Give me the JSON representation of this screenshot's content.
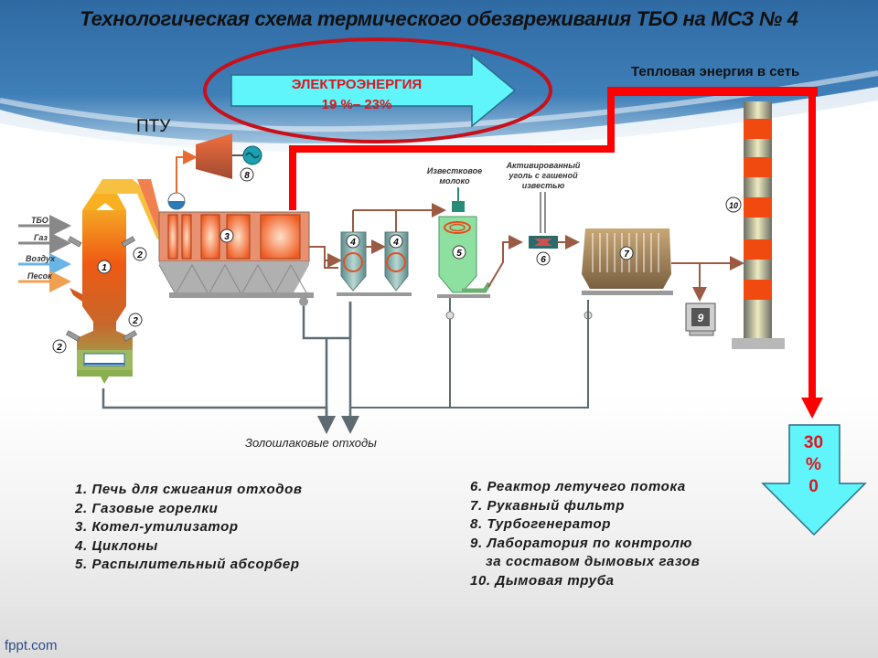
{
  "title": "Технологическая схема термического обезвреживания ТБО на МСЗ № 4",
  "energy": {
    "electricity_label": "ЭЛЕКТРОЭНЕРГИЯ",
    "electricity_value": "19 %– 23%",
    "heat_label": "Тепловая энергия в сеть",
    "heat_percent_lines": [
      "30",
      "%",
      "0"
    ]
  },
  "ptu_label": "ПТУ",
  "inputs": [
    "ТБО",
    "Газ",
    "Воздух",
    "Песок"
  ],
  "reagents": {
    "lime_milk": [
      "Известковое",
      "молоко"
    ],
    "activated_carbon": [
      "Активированный",
      "уголь с гашеной",
      "известью"
    ]
  },
  "waste_label": "Золошлаковые отходы",
  "equipment_numbers": [
    "1",
    "2",
    "3",
    "4",
    "5",
    "6",
    "7",
    "8",
    "9",
    "10"
  ],
  "legend": {
    "left": [
      "1. Печь для сжигания отходов",
      "2. Газовые горелки",
      "3. Котел-утилизатор",
      "4. Циклоны",
      "5. Распылительный абсорбер"
    ],
    "right": [
      "6. Реактор летучего потока",
      "7. Рукавный фильтр",
      "8. Турбогенератор",
      "9. Лаборатория по контролю",
      "за составом дымовых газов",
      "10. Дымовая труба"
    ]
  },
  "footer": "fppt.com",
  "colors": {
    "heat_line": "#ff0000",
    "arrow_fill": "#5ff5fa",
    "arrow_text": "#e0141e",
    "flue_gas": "#9a5a44",
    "ash_line": "#5f6b73"
  }
}
